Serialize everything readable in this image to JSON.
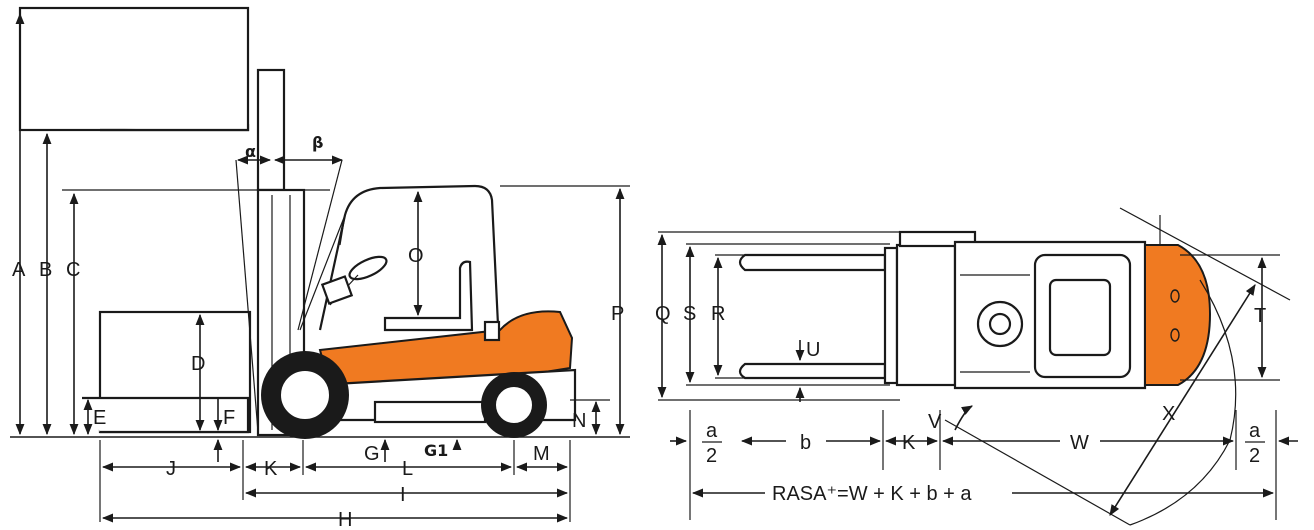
{
  "side_view": {
    "labels": {
      "A": "A",
      "B": "B",
      "C": "C",
      "D": "D",
      "E": "E",
      "F": "F",
      "G": "G",
      "G1": "G1",
      "H": "H",
      "I": "I",
      "J": "J",
      "K": "K",
      "L": "L",
      "M": "M",
      "N": "N",
      "O": "O",
      "P": "P",
      "alpha": "α",
      "beta": "β"
    }
  },
  "top_view": {
    "labels": {
      "Q": "Q",
      "S": "S",
      "R": "R",
      "U": "U",
      "T": "T",
      "V": "V",
      "X": "X",
      "K": "K",
      "W": "W",
      "b": "b",
      "a_num": "a",
      "a_den": "2",
      "rasa": "RASA⁺=W + K + b + a"
    }
  },
  "colors": {
    "accent": "#f07a21",
    "line": "#1a1a1a",
    "background": "#ffffff"
  }
}
